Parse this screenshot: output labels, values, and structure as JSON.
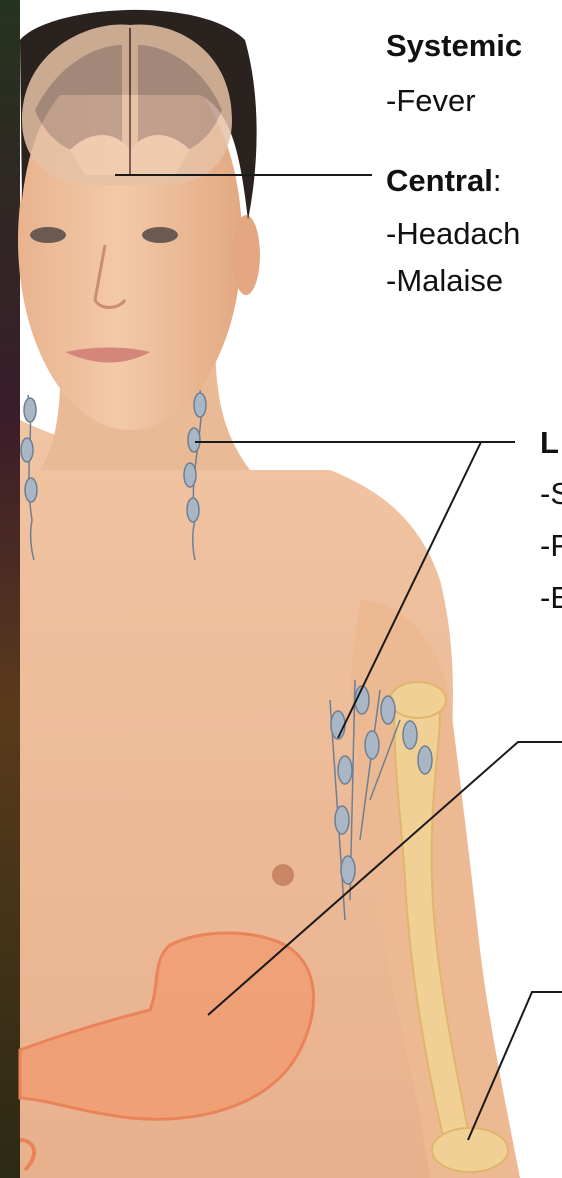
{
  "labels": {
    "systemic_heading": "Systemic",
    "systemic_items": [
      "-Fever"
    ],
    "central_heading": "Central",
    "central_colon": ":",
    "central_items": [
      "-Headach",
      "-Malaise"
    ],
    "lymph_heading": "L",
    "lymph_items": [
      "-S",
      "-F",
      "-E"
    ]
  },
  "illustration": {
    "subject": "shirtless-man-front-view",
    "overlays": [
      "brain",
      "neck-lymph-nodes",
      "axillary-lymph-nodes",
      "stomach",
      "arm-bones"
    ]
  },
  "colors": {
    "background": "#ffffff",
    "skin": "#f0c2a0",
    "hair": "#2a221f",
    "stomach": "#f19a6e",
    "bone": "#f2d296",
    "lymph": "#9fb0c2",
    "leader_line": "#1a1a1a",
    "left_strip": "#1c2218"
  }
}
